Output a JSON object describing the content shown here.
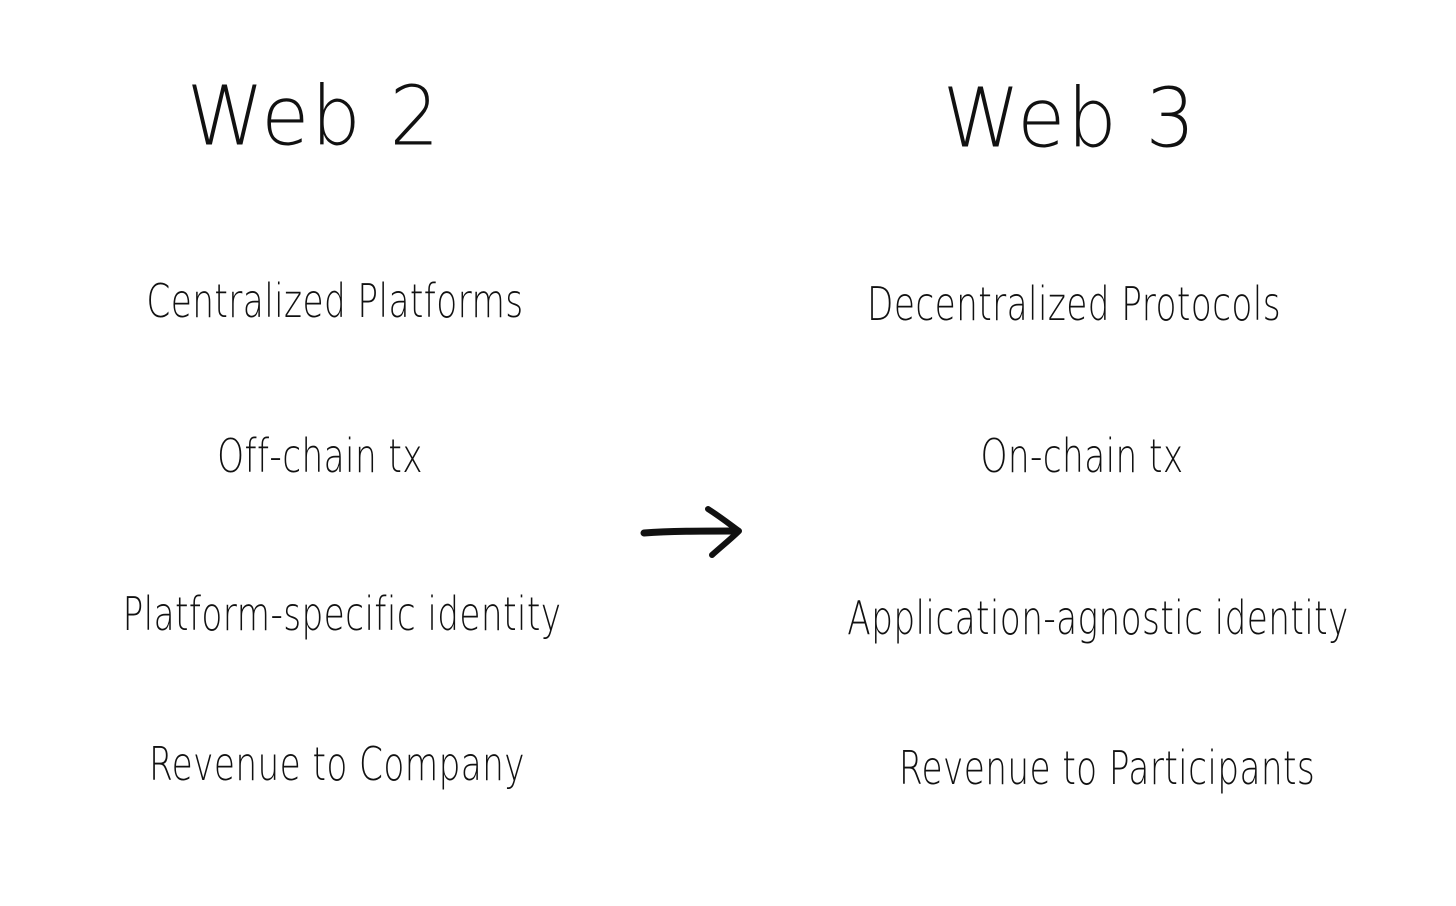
{
  "left_column": {
    "title": "Web 2",
    "items": [
      "Centralized Platforms",
      "Off-chain tx",
      "Platform-specific identity",
      "Revenue to Company"
    ]
  },
  "right_column": {
    "title": "Web 3",
    "items": [
      "Decentralized Protocols",
      "On-chain tx",
      "Application-agnostic identity",
      "Revenue to Participants"
    ]
  },
  "connector": {
    "icon": "right-arrow-icon",
    "color": "#111111"
  }
}
